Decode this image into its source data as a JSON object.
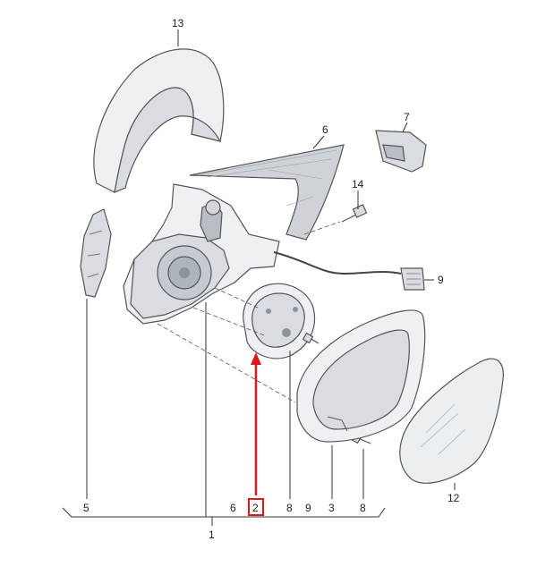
{
  "labels": {
    "p13": "13",
    "p6_top": "6",
    "p7": "7",
    "p14": "14",
    "p9_right": "9",
    "p5": "5",
    "p6_bottom": "6",
    "p2": "2",
    "p8_a": "8",
    "p9_bottom": "9",
    "p3": "3",
    "p8_b": "8",
    "p12": "12",
    "p1": "1"
  },
  "colors": {
    "highlight": "#e0161a",
    "part_fill": "#e6e9ed",
    "part_stroke": "#555555"
  }
}
